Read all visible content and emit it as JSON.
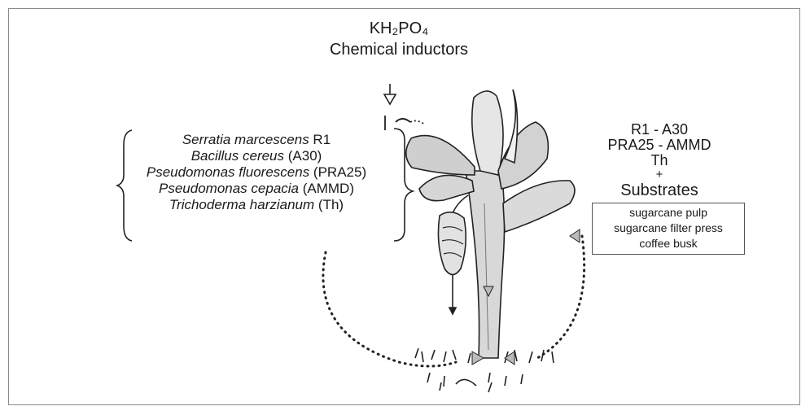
{
  "inductors": {
    "line1": "KH₂PO₄",
    "line2": "Chemical inductors"
  },
  "microorganisms": [
    {
      "name": "Serratia marcescens",
      "code": " R1"
    },
    {
      "name": "Bacillus cereus",
      "code": " (A30)"
    },
    {
      "name": "Pseudomonas fluorescens",
      "code": " (PRA25)"
    },
    {
      "name": "Pseudomonas cepacia",
      "code": " (AMMD)"
    },
    {
      "name": "Trichoderma harzianum",
      "code": " (Th)"
    }
  ],
  "soil_application": {
    "line1": "R1 - A30",
    "line2": "PRA25 - AMMD",
    "line3": "Th",
    "plus": "+",
    "substrates_label": "Substrates",
    "substrates": [
      "sugarcane pulp",
      "sugarcane filter press",
      "coffee busk"
    ]
  },
  "icons": [
    "down-arrow-icon",
    "spray-nozzle-icon",
    "banana-plant-illustration"
  ],
  "colors": {
    "frame": "#8a8a8a",
    "ink": "#1a1a1a",
    "leaf_shade": "#cfcfcf"
  }
}
